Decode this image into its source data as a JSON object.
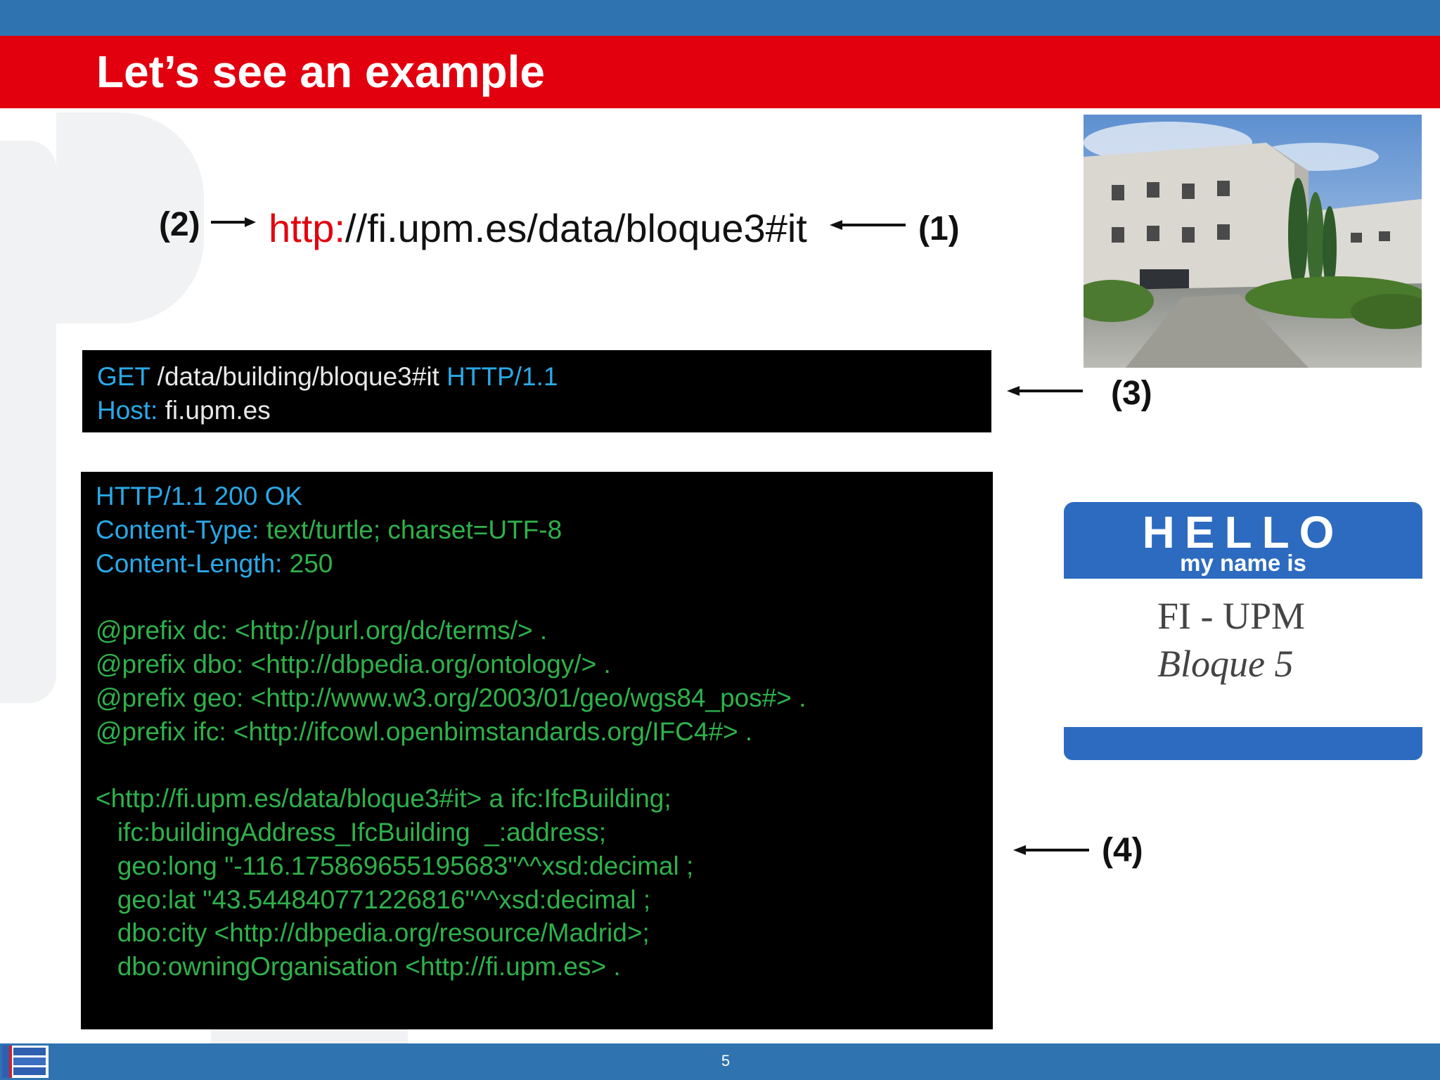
{
  "slide": {
    "title": "Let’s see an example",
    "page_number": "5"
  },
  "uri": {
    "scheme": "http:",
    "rest": "//fi.upm.es/data/bloque3#it",
    "label_left": "(2)",
    "label_right": "(1)"
  },
  "request": {
    "label": "(3)",
    "lines": [
      [
        {
          "t": "GET ",
          "c": "blue"
        },
        {
          "t": "/data/building/bloque3#it ",
          "c": "white"
        },
        {
          "t": "HTTP/1.1",
          "c": "blue"
        }
      ],
      [
        {
          "t": "Host: ",
          "c": "blue"
        },
        {
          "t": "fi.upm.es",
          "c": "white"
        }
      ]
    ]
  },
  "response": {
    "label": "(4)",
    "lines": [
      [
        {
          "t": "HTTP/1.1 ",
          "c": "blue"
        },
        {
          "t": "200 OK",
          "c": "blue"
        }
      ],
      [
        {
          "t": "Content-Type: ",
          "c": "blue"
        },
        {
          "t": "text/turtle; charset=UTF-8",
          "c": "green"
        }
      ],
      [
        {
          "t": "Content-Length: ",
          "c": "blue"
        },
        {
          "t": "250",
          "c": "green"
        }
      ],
      [],
      [
        {
          "t": "@prefix dc: <http://purl.org/dc/terms/> .",
          "c": "green"
        }
      ],
      [
        {
          "t": "@prefix dbo: <http://dbpedia.org/ontology/> .",
          "c": "green"
        }
      ],
      [
        {
          "t": "@prefix geo: <http://www.w3.org/2003/01/geo/wgs84_pos#> .",
          "c": "green"
        }
      ],
      [
        {
          "t": "@prefix ifc: <http://ifcowl.openbimstandards.org/IFC4#> .",
          "c": "green"
        }
      ],
      [],
      [
        {
          "t": "<http://fi.upm.es/data/bloque3#it> a ifc:IfcBuilding;",
          "c": "green"
        }
      ],
      [
        {
          "t": "   ifc:buildingAddress_IfcBuilding  _:address;",
          "c": "green"
        }
      ],
      [
        {
          "t": "   geo:long \"-116.175869655195683\"^^xsd:decimal ;",
          "c": "green"
        }
      ],
      [
        {
          "t": "   geo:lat \"43.544840771226816\"^^xsd:decimal ;",
          "c": "green"
        }
      ],
      [
        {
          "t": "   dbo:city <http://dbpedia.org/resource/Madrid>;",
          "c": "green"
        }
      ],
      [
        {
          "t": "   dbo:owningOrganisation <http://fi.upm.es> .",
          "c": "green"
        }
      ]
    ]
  },
  "nametag": {
    "hello": "HELLO",
    "my_name_is": "my name is",
    "org": "FI - UPM",
    "block": "Bloque 5"
  },
  "colors": {
    "title_bar": "#e2000f",
    "header_footer": "#2f73b0",
    "code_keyword": "#2aa9e8",
    "code_value": "#2fb14b",
    "nametag_blue": "#2c6bc0"
  },
  "icons": [
    "arrow-right-icon",
    "arrow-left-icon",
    "group-logo"
  ]
}
